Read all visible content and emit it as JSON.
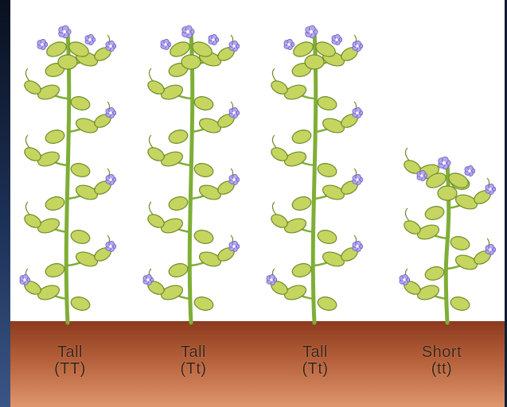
{
  "colors": {
    "soil_top": "#8c3a1e",
    "soil_bottom": "#e0966c",
    "stem": "#7fae36",
    "leaf": "#c6d560",
    "leaf_edge": "#6c8d2a",
    "flower": "#b3a7ee",
    "flower_edge": "#6a5cc4"
  },
  "plants": [
    {
      "name": "Tall",
      "genotype": "(TT)",
      "height": "tall"
    },
    {
      "name": "Tall",
      "genotype": "(Tt)",
      "height": "tall"
    },
    {
      "name": "Tall",
      "genotype": "(Tt)",
      "height": "tall"
    },
    {
      "name": "Short",
      "genotype": "(tt)",
      "height": "short"
    }
  ]
}
